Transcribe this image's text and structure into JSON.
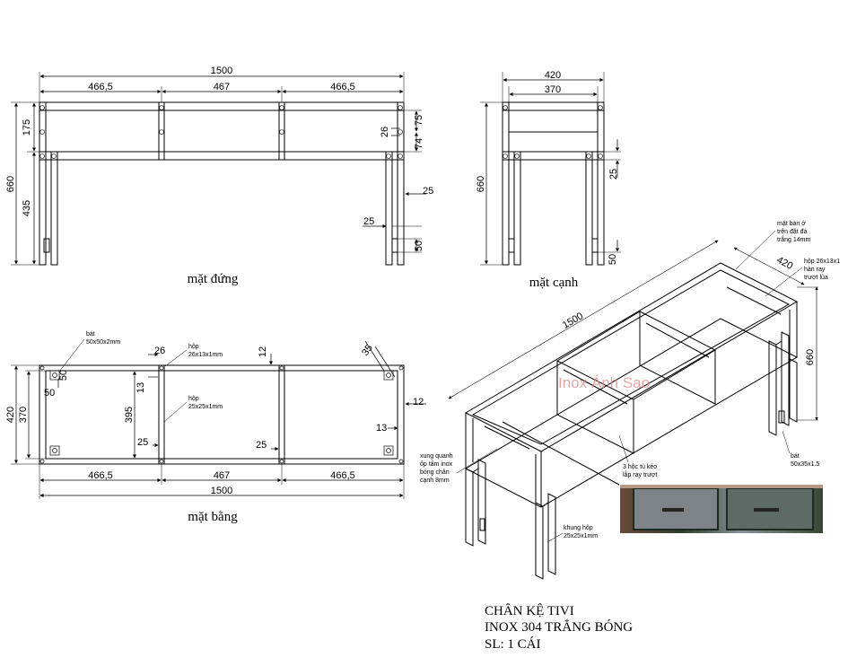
{
  "front": {
    "title": "mặt đứng",
    "dims": [
      "1500",
      "466,5",
      "467",
      "466,5",
      "660",
      "175",
      "435",
      "75",
      "26",
      "74",
      "25",
      "25",
      "50"
    ]
  },
  "side": {
    "title": "mặt cạnh",
    "dims": [
      "420",
      "370",
      "660",
      "25",
      "50"
    ]
  },
  "plan": {
    "title": "mặt bằng",
    "dims": [
      "420",
      "370",
      "50",
      "50",
      "395",
      "13",
      "26",
      "12",
      "25",
      "25",
      "35",
      "12",
      "13",
      "466,5",
      "467",
      "466,5",
      "1500"
    ],
    "notes": {
      "bracket": [
        "bát",
        "50x50x2mm"
      ],
      "rail": [
        "hộp",
        "26x13x1mm"
      ],
      "frame": [
        "hộp",
        "25x25x1mm"
      ]
    }
  },
  "iso": {
    "dims": [
      "1500",
      "420",
      "660"
    ],
    "notes": {
      "stone": [
        "mặt bàn ở",
        "trên đặt đá",
        "trắng 14mm"
      ],
      "rail": [
        "hộp 26x13x1",
        "hàn ray",
        "trượt lùa"
      ],
      "foot": [
        "bát",
        "50x35x1.5"
      ],
      "drawers": [
        "3 hộc tủ kéo",
        "lắp ray trượt"
      ],
      "cladding": [
        "xung quanh",
        "ốp tấm inox",
        "bóng chân",
        "cạnh 8mm"
      ],
      "frame": [
        "khung hộp",
        "25x25x1mm"
      ]
    }
  },
  "watermark": "Inox Ánh Sao",
  "title_block": {
    "line1": "CHÂN KỆ TIVI",
    "line2": "INOX 304 TRẮNG BÓNG",
    "line3": "SL: 1 CÁI"
  }
}
